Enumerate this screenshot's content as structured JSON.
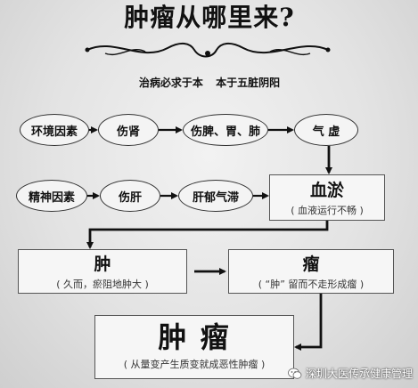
{
  "title": "肿瘤从哪里来?",
  "subtitle": "治病必求于本 本于五脏阴阳",
  "row1": [
    "环境因素",
    "伤肾",
    "伤脾、胃、肺",
    "气 虚"
  ],
  "row2": [
    "精神因素",
    "伤肝",
    "肝郁气滞"
  ],
  "blood": {
    "main": "血淤",
    "sub": "( 血液运行不畅 )"
  },
  "swelling": {
    "main": "肿",
    "sub": "( 久而，瘀阻地肿大 )"
  },
  "tumor_part": {
    "main": "瘤",
    "sub": "( “肿” 留而不走形成瘤 )"
  },
  "tumor": {
    "main": "肿 瘤",
    "sub": "( 从量变产生质变就成恶性肿瘤 )"
  },
  "watermark": "深圳大医传承健康管理",
  "colors": {
    "line": "#111111",
    "box_border": "#555555",
    "background": "#e3e3e3"
  }
}
